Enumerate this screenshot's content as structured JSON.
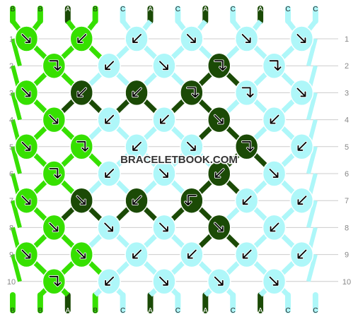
{
  "colors": {
    "A": "#1b4a06",
    "B": "#36e000",
    "C": "#aef7f9",
    "gridline": "#cccccc",
    "row_label": "#888888",
    "arrow": "#000000"
  },
  "watermark": "BRACELETBOOK.COM",
  "top_letters": [
    "B",
    "B",
    "A",
    "B",
    "C",
    "A",
    "C",
    "A",
    "C",
    "A",
    "C",
    "C"
  ],
  "bottom_letters": [
    "B",
    "B",
    "A",
    "B",
    "C",
    "A",
    "C",
    "A",
    "C",
    "A",
    "C",
    "C"
  ],
  "row_labels": [
    "1",
    "2",
    "3",
    "4",
    "5",
    "6",
    "7",
    "8",
    "9",
    "10"
  ],
  "rows": [
    {
      "knots": [
        {
          "color": "B",
          "arrow": "dr"
        },
        {
          "color": "B",
          "arrow": "dl"
        },
        {
          "color": "C",
          "arrow": "dl"
        },
        {
          "color": "C",
          "arrow": "dr"
        },
        {
          "color": "C",
          "arrow": "dr"
        },
        {
          "color": "C",
          "arrow": "dr"
        }
      ]
    },
    {
      "knots": [
        {
          "color": "B",
          "arrow": "rd"
        },
        {
          "color": "C",
          "arrow": "dl"
        },
        {
          "color": "C",
          "arrow": "dr"
        },
        {
          "color": "A",
          "arrow": "rd"
        },
        {
          "color": "C",
          "arrow": "rd"
        }
      ]
    },
    {
      "knots": [
        {
          "color": "B",
          "arrow": "dr"
        },
        {
          "color": "A",
          "arrow": "dl"
        },
        {
          "color": "A",
          "arrow": "dl"
        },
        {
          "color": "A",
          "arrow": "rd"
        },
        {
          "color": "C",
          "arrow": "rd"
        },
        {
          "color": "C",
          "arrow": "dr"
        }
      ]
    },
    {
      "knots": [
        {
          "color": "B",
          "arrow": "dr"
        },
        {
          "color": "C",
          "arrow": "dl"
        },
        {
          "color": "C",
          "arrow": "dl"
        },
        {
          "color": "A",
          "arrow": "dr"
        },
        {
          "color": "C",
          "arrow": "dl"
        }
      ]
    },
    {
      "knots": [
        {
          "color": "B",
          "arrow": "dr"
        },
        {
          "color": "B",
          "arrow": "rd"
        },
        {
          "color": "C",
          "arrow": "dl"
        },
        {
          "color": "C",
          "arrow": "dr"
        },
        {
          "color": "A",
          "arrow": "rd"
        },
        {
          "color": "C",
          "arrow": "dl"
        }
      ]
    },
    {
      "knots": [
        {
          "color": "B",
          "arrow": "rd"
        },
        {
          "color": "C",
          "arrow": "dl"
        },
        {
          "color": "C",
          "arrow": "dr"
        },
        {
          "color": "A",
          "arrow": "dl"
        },
        {
          "color": "C",
          "arrow": "dr"
        }
      ]
    },
    {
      "knots": [
        {
          "color": "B",
          "arrow": "dr"
        },
        {
          "color": "A",
          "arrow": "dr"
        },
        {
          "color": "A",
          "arrow": "dl"
        },
        {
          "color": "A",
          "arrow": "ld"
        },
        {
          "color": "C",
          "arrow": "dl"
        },
        {
          "color": "C",
          "arrow": "dl"
        }
      ]
    },
    {
      "knots": [
        {
          "color": "B",
          "arrow": "dr"
        },
        {
          "color": "C",
          "arrow": "dr"
        },
        {
          "color": "C",
          "arrow": "dr"
        },
        {
          "color": "A",
          "arrow": "dr"
        },
        {
          "color": "C",
          "arrow": "dl"
        }
      ]
    },
    {
      "knots": [
        {
          "color": "B",
          "arrow": "dr"
        },
        {
          "color": "B",
          "arrow": "dr"
        },
        {
          "color": "C",
          "arrow": "dl"
        },
        {
          "color": "C",
          "arrow": "dl"
        },
        {
          "color": "C",
          "arrow": "dl"
        },
        {
          "color": "C",
          "arrow": "dl"
        }
      ]
    },
    {
      "knots": [
        {
          "color": "B",
          "arrow": "rd"
        },
        {
          "color": "C",
          "arrow": "dl"
        },
        {
          "color": "C",
          "arrow": "dr"
        },
        {
          "color": "C",
          "arrow": "dr"
        },
        {
          "color": "C",
          "arrow": "dr"
        }
      ]
    }
  ],
  "row_offsets": [
    0,
    1,
    0,
    1,
    0,
    1,
    0,
    1,
    0,
    1
  ]
}
